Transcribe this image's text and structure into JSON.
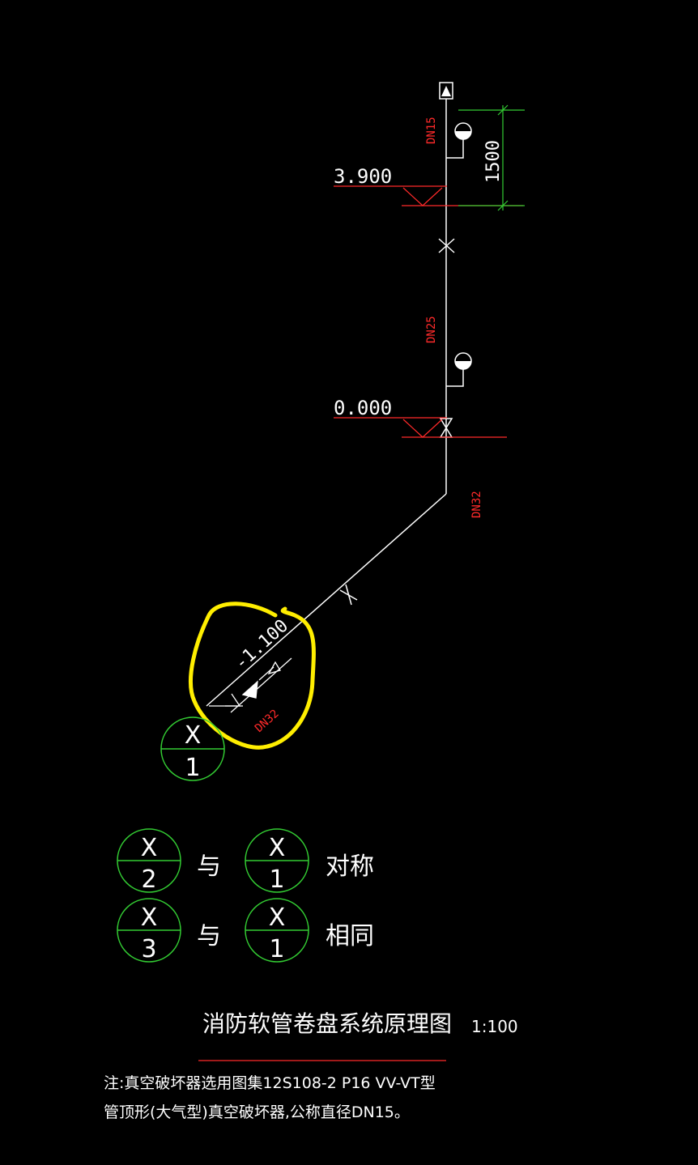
{
  "colors": {
    "background": "#000000",
    "pipe": "#ffffff",
    "annotation": "#ff2a2a",
    "dimension": "#33cc33",
    "highlight": "#ffee00"
  },
  "pipe_labels": {
    "dn15": "DN15",
    "dn25": "DN25",
    "dn32_vertical": "DN32",
    "dn32_diagonal": "DN32"
  },
  "elevations": {
    "top": "3.900",
    "ground": "0.000",
    "diagonal": "-1.100"
  },
  "dimension": {
    "value": "1500"
  },
  "callout_main": {
    "top": "X",
    "bottom": "1"
  },
  "legend": {
    "rows": [
      {
        "left_top": "X",
        "left_bottom": "2",
        "joiner": "与",
        "right_top": "X",
        "right_bottom": "1",
        "relation": "对称"
      },
      {
        "left_top": "X",
        "left_bottom": "3",
        "joiner": "与",
        "right_top": "X",
        "right_bottom": "1",
        "relation": "相同"
      }
    ]
  },
  "title": {
    "text": "消防软管卷盘系统原理图",
    "scale": "1:100"
  },
  "note": {
    "line1": "注:真空破坏器选用图集12S108-2 P16 VV-VT型",
    "line2": "管顶形(大气型)真空破坏器,公称直径DN15。"
  }
}
